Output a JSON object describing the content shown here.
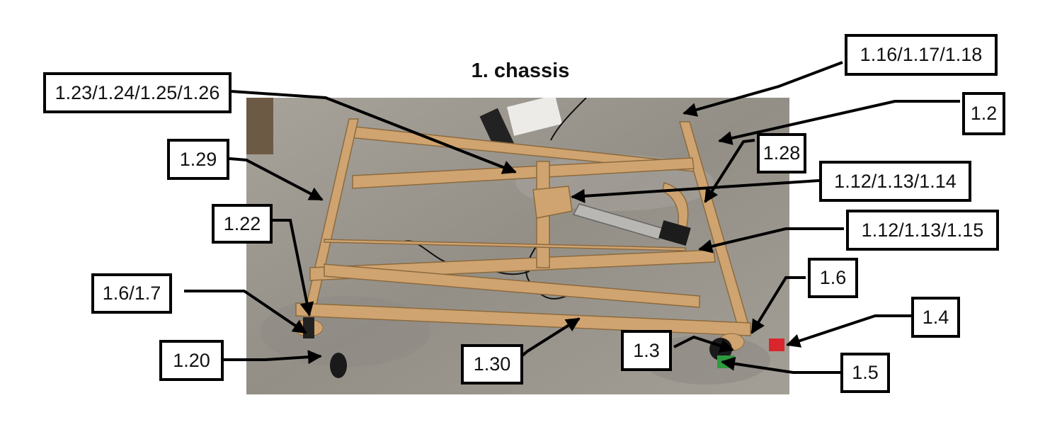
{
  "title": "1. chassis",
  "labels": {
    "l_1_23": "1.23/1.24/1.25/1.26",
    "l_1_16": "1.16/1.17/1.18",
    "l_1_2": "1.2",
    "l_1_29": "1.29",
    "l_1_28": "1.28",
    "l_1_12_14": "1.12/1.13/1.14",
    "l_1_22": "1.22",
    "l_1_12_15": "1.12/1.13/1.15",
    "l_1_6_7": "1.6/1.7",
    "l_1_6": "1.6",
    "l_1_4": "1.4",
    "l_1_3": "1.3",
    "l_1_20": "1.20",
    "l_1_30": "1.30",
    "l_1_5": "1.5"
  },
  "colors": {
    "frame": "#cfa470",
    "floor": "#9c9890",
    "red_pedal": "#d9262c",
    "green_pedal": "#2e9a3e"
  }
}
